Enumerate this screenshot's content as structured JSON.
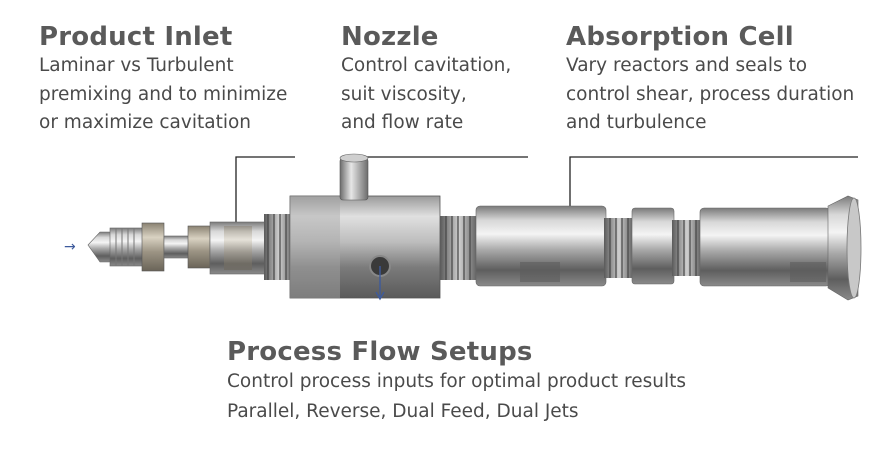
{
  "labels": {
    "product_inlet": {
      "title": "Product Inlet",
      "lines": [
        "Laminar vs Turbulent",
        "premixing and to minimize",
        "or maximize cavitation"
      ]
    },
    "nozzle": {
      "title": "Nozzle",
      "lines": [
        "Control cavitation,",
        "suit viscosity,",
        "and flow rate"
      ]
    },
    "absorption_cell": {
      "title": "Absorption Cell",
      "lines": [
        "Vary reactors and seals to",
        "control shear, process duration",
        "and turbulence"
      ]
    },
    "process_flow": {
      "title": "Process Flow Setups",
      "lines": [
        "Control process inputs for optimal product results",
        "Parallel, Reverse, Dual Feed, Dual Jets"
      ]
    }
  },
  "arrows": {
    "inlet_arrow": "→"
  },
  "colors": {
    "heading": "#5a5a5a",
    "text": "#4a4a4a",
    "metal_dark": "#6f6f6f",
    "metal_light": "#e8e8e8",
    "arrow": "#3d5a9c"
  }
}
